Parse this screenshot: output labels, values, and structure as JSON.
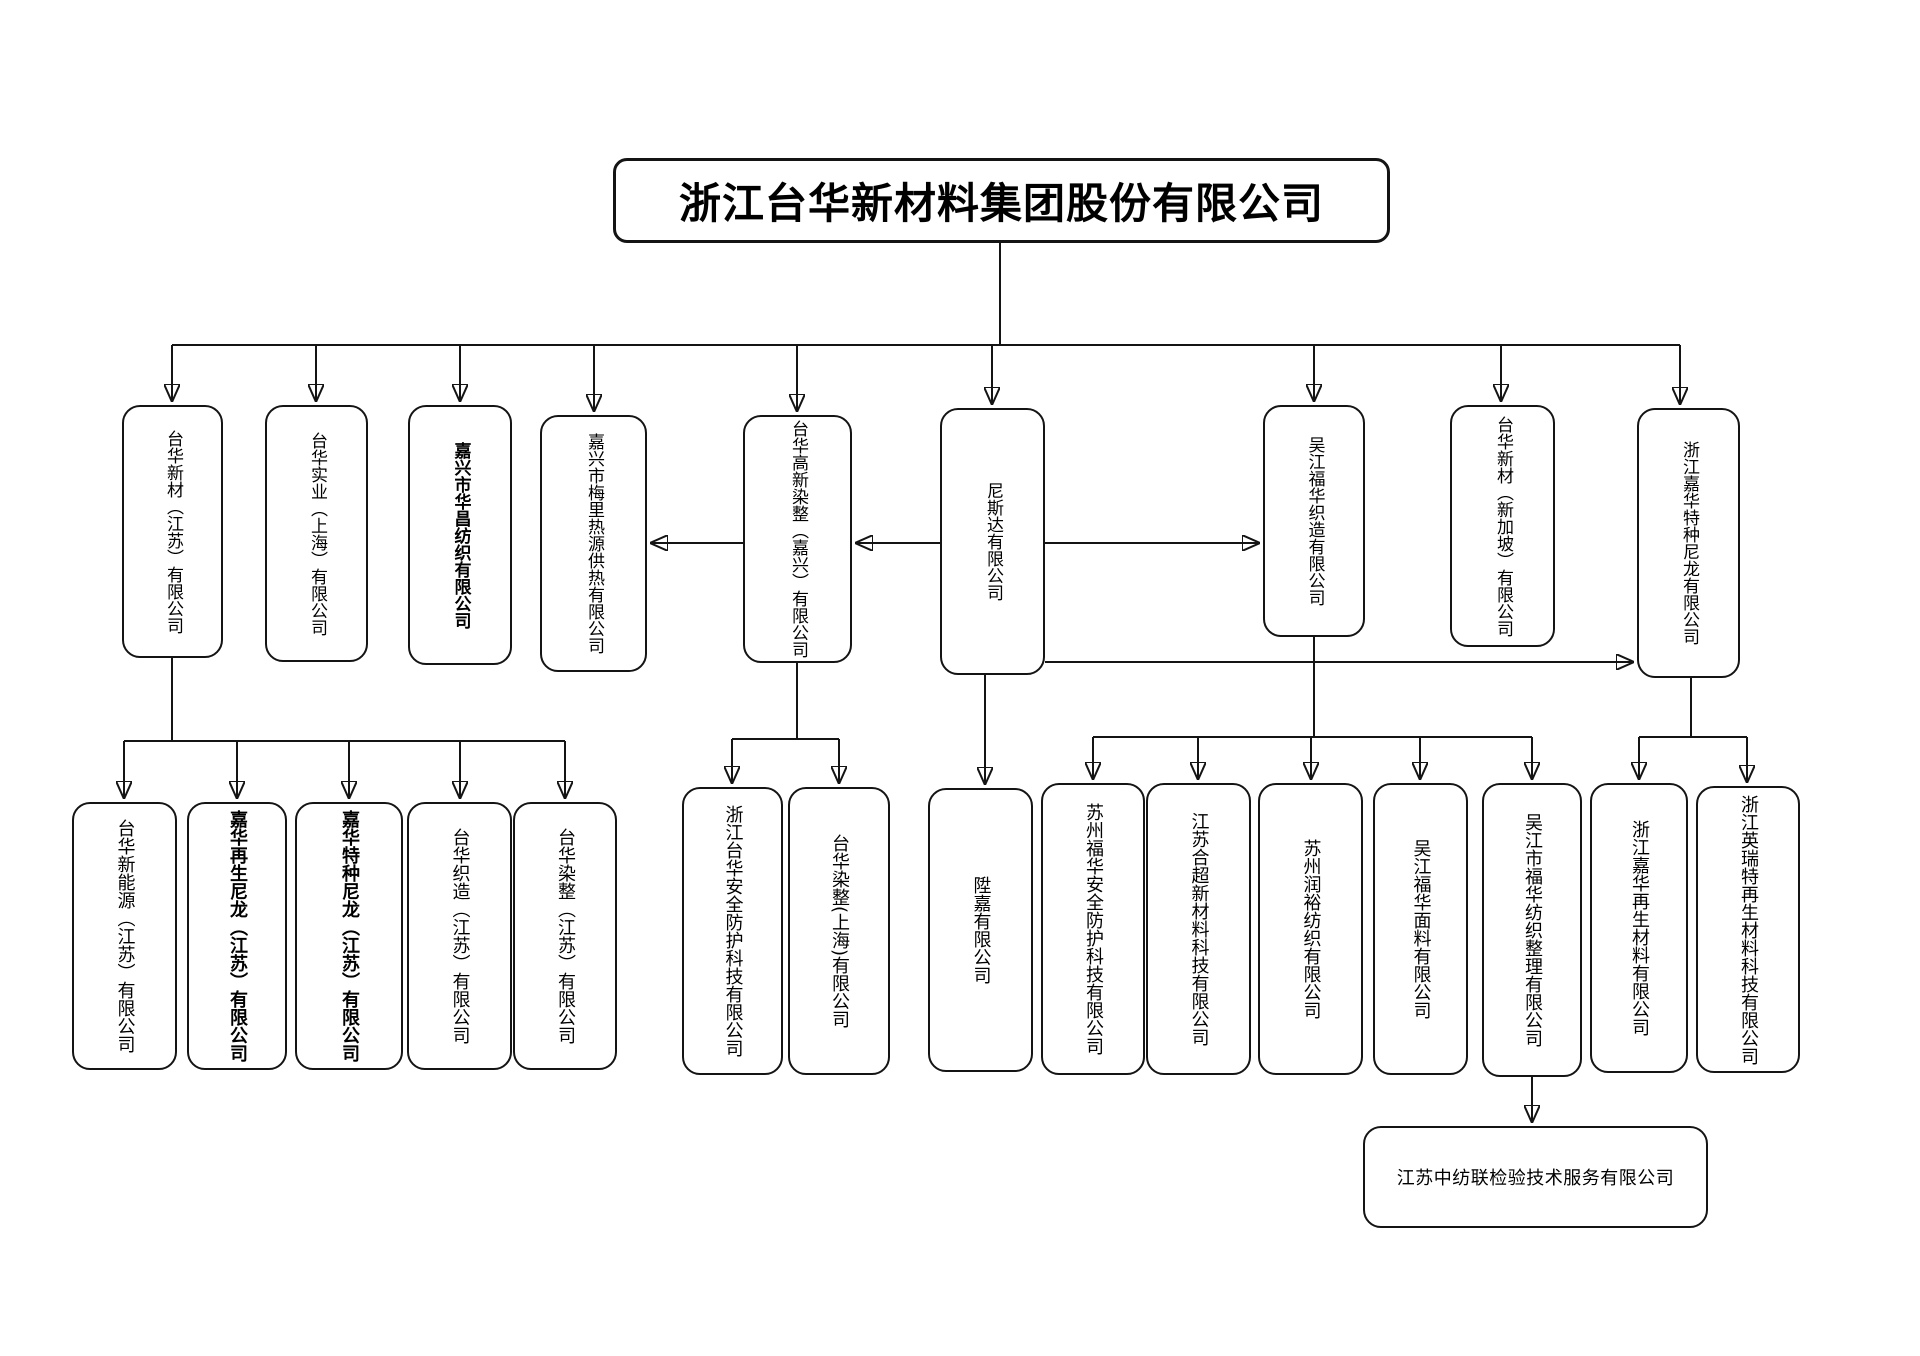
{
  "page": {
    "background": "#ffffff",
    "line_color": "#141414",
    "text_color": "#000000"
  },
  "org": {
    "root": {
      "id": "root",
      "label": "浙江台华新材料集团股份有限公司"
    },
    "level1": [
      {
        "id": "l1-1",
        "label": "台华新材（江苏）有限公司"
      },
      {
        "id": "l1-2",
        "label": "台华实业（上海）有限公司"
      },
      {
        "id": "l1-3",
        "label": "嘉兴市华昌纺织有限公司",
        "bold": true
      },
      {
        "id": "l1-4",
        "label": "嘉兴市梅里热源供热有限公司"
      },
      {
        "id": "l1-5",
        "label": "台华高新染整（嘉兴）有限公司"
      },
      {
        "id": "l1-6",
        "label": "尼斯达有限公司"
      },
      {
        "id": "l1-7",
        "label": "吴江福华织造有限公司"
      },
      {
        "id": "l1-8",
        "label": "台华新材（新加坡）有限公司"
      },
      {
        "id": "l1-9",
        "label": "浙江嘉华特种尼龙有限公司"
      }
    ],
    "level2": [
      {
        "id": "l2-1",
        "label": "台华新能源（江苏）有限公司"
      },
      {
        "id": "l2-2",
        "label": "嘉华再生尼龙（江苏）有限公司",
        "bold": true
      },
      {
        "id": "l2-3",
        "label": "嘉华特种尼龙（江苏）有限公司",
        "bold": true
      },
      {
        "id": "l2-4",
        "label": "台华织造（江苏）有限公司"
      },
      {
        "id": "l2-5",
        "label": "台华染整（江苏）有限公司"
      },
      {
        "id": "l2-6",
        "label": "浙江台华安全防护科技有限公司"
      },
      {
        "id": "l2-7",
        "label": "台华染整(上海)有限公司"
      },
      {
        "id": "l2-8",
        "label": "陞嘉有限公司"
      },
      {
        "id": "l2-9",
        "label": "苏州福华安全防护科技有限公司"
      },
      {
        "id": "l2-10",
        "label": "江苏合超新材料科技有限公司"
      },
      {
        "id": "l2-11",
        "label": "苏州润裕纺织有限公司"
      },
      {
        "id": "l2-12",
        "label": "吴江福华面料有限公司"
      },
      {
        "id": "l2-13",
        "label": "吴江市福华纺织整理有限公司"
      },
      {
        "id": "l2-14",
        "label": "浙江嘉华再生材料有限公司"
      },
      {
        "id": "l2-15",
        "label": "浙江英瑞特再生材料科技有限公司"
      }
    ],
    "level3": [
      {
        "id": "l3-1",
        "label": "江苏中纺联检验技术服务有限公司"
      }
    ],
    "edges": [
      [
        "root",
        "l1-1"
      ],
      [
        "root",
        "l1-2"
      ],
      [
        "root",
        "l1-3"
      ],
      [
        "root",
        "l1-4"
      ],
      [
        "root",
        "l1-5"
      ],
      [
        "root",
        "l1-6"
      ],
      [
        "root",
        "l1-7"
      ],
      [
        "root",
        "l1-8"
      ],
      [
        "root",
        "l1-9"
      ],
      [
        "l1-5",
        "l1-4"
      ],
      [
        "l1-6",
        "l1-5"
      ],
      [
        "l1-6",
        "l1-7"
      ],
      [
        "l1-6",
        "l1-9"
      ],
      [
        "l1-1",
        "l2-1"
      ],
      [
        "l1-1",
        "l2-2"
      ],
      [
        "l1-1",
        "l2-3"
      ],
      [
        "l1-1",
        "l2-4"
      ],
      [
        "l1-1",
        "l2-5"
      ],
      [
        "l1-5",
        "l2-6"
      ],
      [
        "l1-5",
        "l2-7"
      ],
      [
        "l1-6",
        "l2-8"
      ],
      [
        "l1-7",
        "l2-9"
      ],
      [
        "l1-7",
        "l2-10"
      ],
      [
        "l1-7",
        "l2-11"
      ],
      [
        "l1-7",
        "l2-12"
      ],
      [
        "l1-7",
        "l2-13"
      ],
      [
        "l1-9",
        "l2-14"
      ],
      [
        "l1-9",
        "l2-15"
      ],
      [
        "l2-13",
        "l3-1"
      ]
    ]
  }
}
